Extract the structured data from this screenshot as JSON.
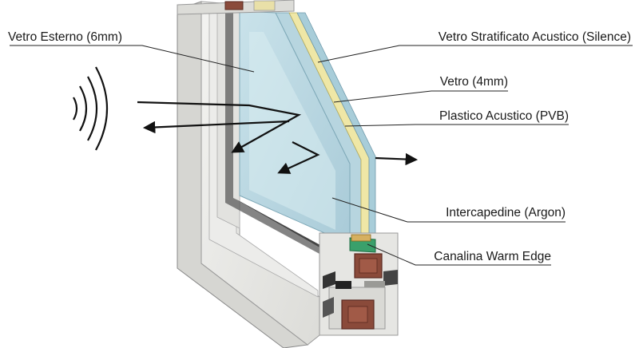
{
  "diagram": {
    "title": "Window frame cross-section with acoustic laminated glazing",
    "labels": {
      "outer_glass": "Vetro Esterno (6mm)",
      "acoustic_laminated_glass": "Vetro Stratificato Acustico (Silence)",
      "glass_4mm": "Vetro (4mm)",
      "acoustic_plastic": "Plastico Acustico (PVB)",
      "gas_cavity": "Intercapedine (Argon)",
      "warm_edge_spacer": "Canalina Warm Edge"
    },
    "icons": {
      "sound_source": "sound-waves-icon"
    },
    "colors": {
      "frame": "#e9e9e6",
      "glass": "#bcd9e3",
      "pvb": "#efe7a6",
      "spacer": "#3aa06b",
      "steel_insert": "#8a4a3a",
      "line": "#1a1a1a"
    }
  }
}
